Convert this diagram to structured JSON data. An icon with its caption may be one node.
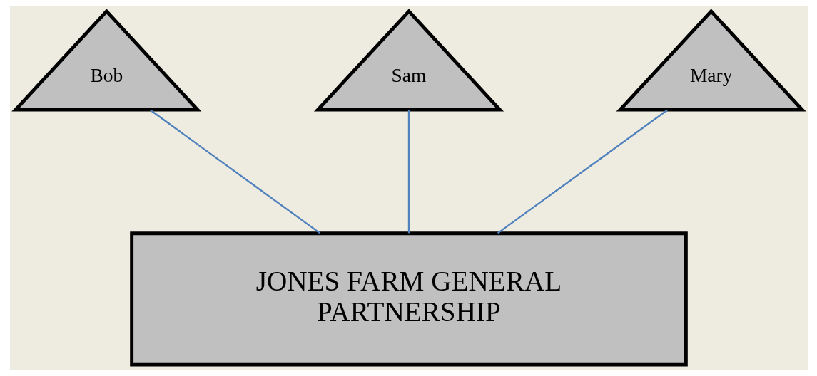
{
  "diagram": {
    "nodes": [
      {
        "text": [
          "Bob"
        ]
      },
      {
        "text": [
          "Sam"
        ]
      },
      {
        "text": [
          "Mary"
        ]
      },
      {
        "text": [
          "JONES FARM GENERAL PARTNERSHIP"
        ]
      }
    ],
    "edges": [
      {
        "from": 0,
        "to": 3,
        "arrow": "none"
      },
      {
        "from": 1,
        "to": 3,
        "arrow": "none"
      },
      {
        "from": 2,
        "to": 3,
        "arrow": "none"
      }
    ]
  }
}
